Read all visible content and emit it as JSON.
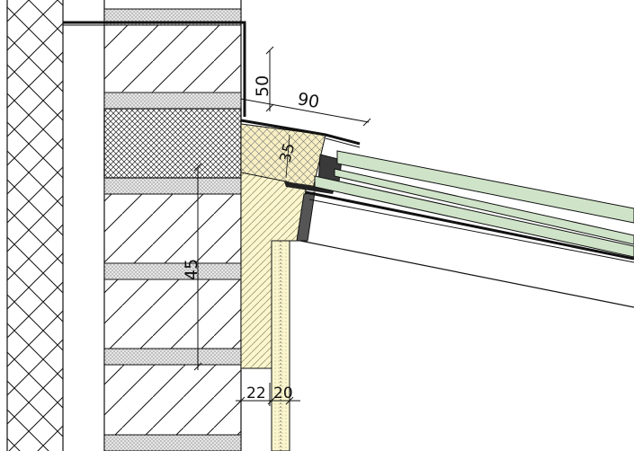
{
  "drawing": {
    "dimensions": {
      "d50": "50",
      "d90": "90",
      "d35": "35",
      "d45": "45",
      "d22": "22",
      "d20": "20"
    },
    "colors": {
      "ink": "#111111",
      "glass": "#cfe3c8",
      "insulation": "#fbf6cf",
      "gasket": "#3a3a3a",
      "mortar": "#d8d8d8"
    }
  }
}
